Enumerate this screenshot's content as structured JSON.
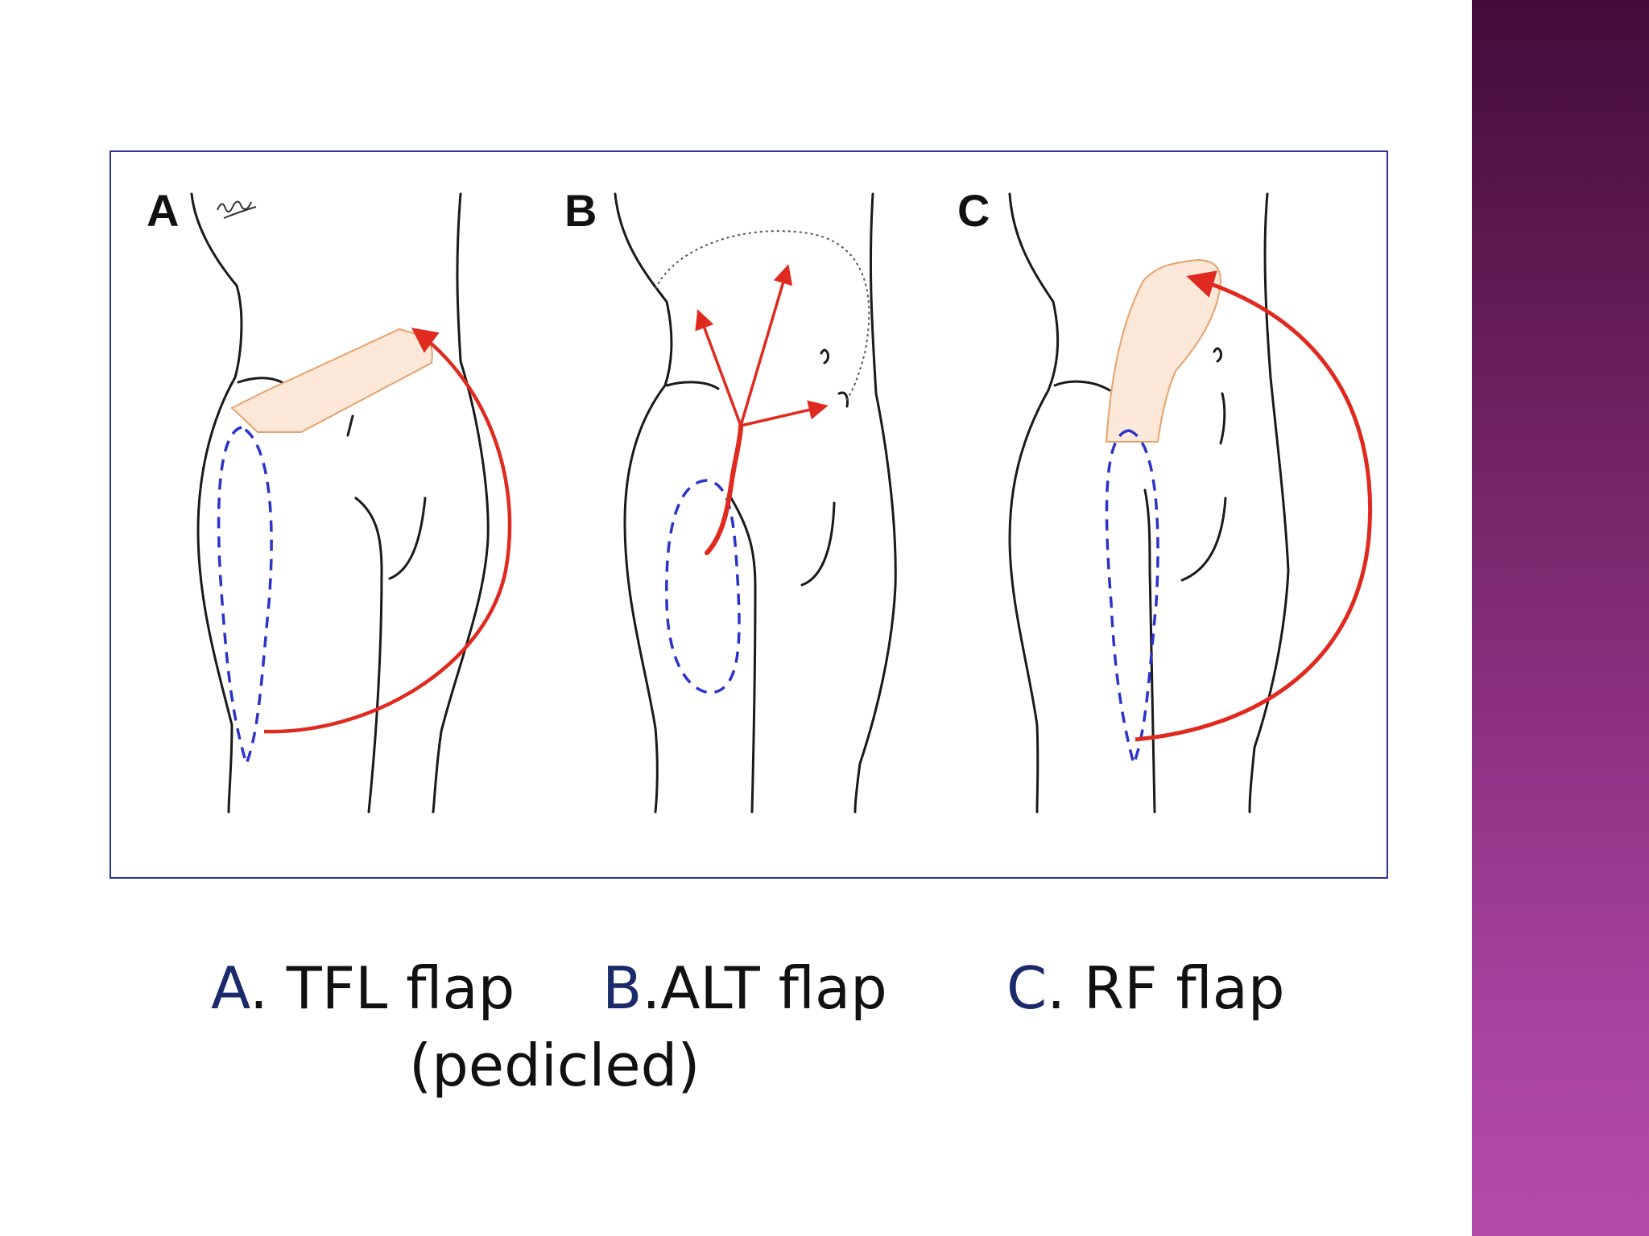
{
  "figure": {
    "panels": [
      {
        "letter": "A"
      },
      {
        "letter": "B"
      },
      {
        "letter": "C"
      }
    ],
    "colors": {
      "outline": "#1a1a1a",
      "vessel": "#e02a1f",
      "flap_outline": "#e8a16a",
      "flap_fill": "#fbe8d8",
      "dashed": "#2a34c9",
      "frame": "#2d2f9e"
    }
  },
  "captions": {
    "a_letter": "A",
    "a_text": ". TFL flap",
    "b_letter": "B",
    "b_text": ".ALT flap",
    "b_sub": "(pedicled)",
    "c_letter": "C",
    "c_text": ". RF flap"
  },
  "theme": {
    "side_band_top": "#430c38",
    "side_band_bottom": "#b24aa8",
    "caption_letter_color": "#1b2a6b"
  }
}
